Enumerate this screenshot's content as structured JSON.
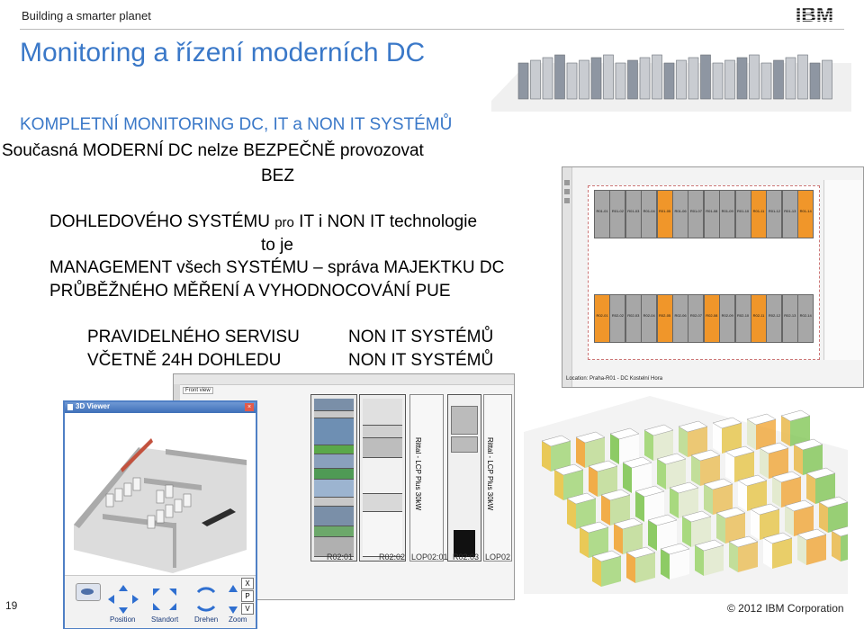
{
  "header": {
    "tagline": "Building a smarter planet",
    "logo_text": "IBM"
  },
  "title": "Monitoring a řízení moderních DC",
  "lines": {
    "l1": "KOMPLETNÍ MONITORING DC, IT a NON IT SYSTÉMŮ",
    "l2": "Současná MODERNÍ DC nelze BEZPEČNĚ provozovat",
    "l3": "BEZ",
    "l4a": "DOHLEDOVÉHO SYSTÉMU ",
    "l4b": "pro",
    "l4c": " IT i NON IT technologie",
    "l5": "to je",
    "l6": "MANAGEMENT všech SYSTÉMU – správa MAJEKTKU DC",
    "l7": "PRŮBĚŽNÉHO MĚŘENÍ A VYHODNOCOVÁNÍ PUE",
    "l8a": "PRAVIDELNÉHO SERVISU",
    "l8b": "NON IT SYSTÉMŮ",
    "l9a": "VČETNĚ 24H DOHLEDU",
    "l9b": "NON IT SYSTÉMŮ"
  },
  "floorplan": {
    "top_labels": [
      "R01-01",
      "R01-02",
      "R01-03",
      "R01-04",
      "R01-05",
      "R01-06",
      "R01-07",
      "R01-08",
      "R01-09",
      "R01-10",
      "R01-11",
      "R01-12",
      "R01-13",
      "R01-14"
    ],
    "bottom_labels": [
      "R02-01",
      "R02-02",
      "R02-03",
      "R02-04",
      "R02-05",
      "R02-06",
      "R02-07",
      "R02-08",
      "R02-09",
      "R02-10",
      "R02-11",
      "R02-12",
      "R02-13",
      "R02-14"
    ],
    "status_text": "Location: Praha-R01 - DC Kostelní Hora"
  },
  "rack_view": {
    "front_view": "Front view",
    "rack_labels": [
      "R02:01",
      "R02:02",
      "LOP02:01",
      "R02:03",
      "LOP02"
    ],
    "side_label_1": "Rittal - LCP Plus 30kW",
    "side_label_2": "Rittal - LCP Plus 30kW"
  },
  "viewer": {
    "title": "3D Viewer",
    "buttons": [
      "Position",
      "Standort",
      "Drehen",
      "Zoom"
    ],
    "side_buttons": [
      "X",
      "P",
      "V"
    ]
  },
  "footer": {
    "page_number": "19",
    "copyright": "© 2012 IBM Corporation"
  },
  "colors": {
    "accent_blue": "#3a78c8",
    "rack_orange": "#f0962a",
    "rack_gray": "#a7a7a7",
    "status_green": "#59d24a"
  }
}
